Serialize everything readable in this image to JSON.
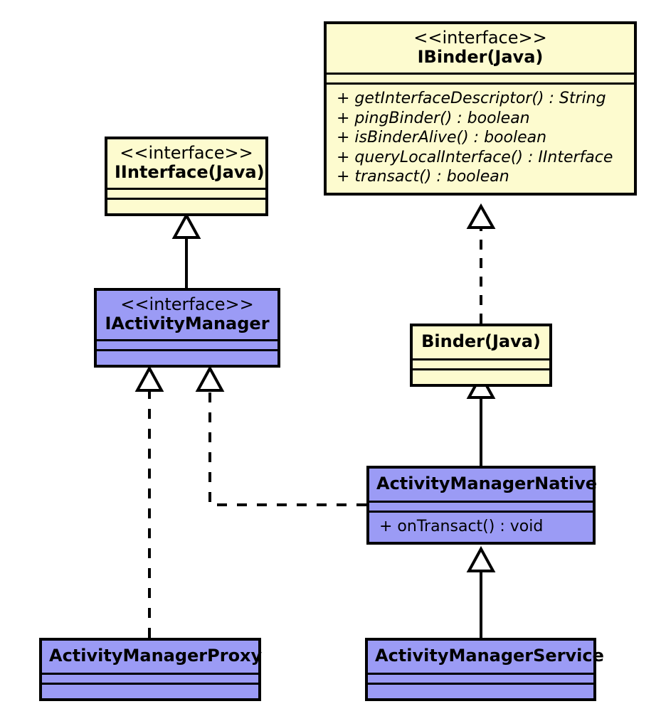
{
  "diagram": {
    "title": "Android Binder / ActivityManager UML class diagram",
    "type": "uml-class-diagram",
    "colors": {
      "java_class_fill": "#fdfbcf",
      "android_class_fill": "#9b9bf5",
      "border": "#000000",
      "background": "#ffffff"
    },
    "stereotype_label": "<<interface>>"
  },
  "classes": {
    "ibinder": {
      "stereotype": "<<interface>>",
      "name": "IBinder(Java)",
      "attributes": [],
      "operations": [
        "+ getInterfaceDescriptor() : String",
        "+ pingBinder() : boolean",
        "+ isBinderAlive() : boolean",
        "+ queryLocalInterface() : IInterface",
        "+ transact() : boolean"
      ]
    },
    "iinterface": {
      "stereotype": "<<interface>>",
      "name": "IInterface(Java)",
      "attributes": [],
      "operations": []
    },
    "iactivitymanager": {
      "stereotype": "<<interface>>",
      "name": "IActivityManager",
      "attributes": [],
      "operations": []
    },
    "binder": {
      "stereotype": "",
      "name": "Binder(Java)",
      "attributes": [],
      "operations": []
    },
    "activitymanagernative": {
      "stereotype": "",
      "name": "ActivityManagerNative",
      "attributes": [],
      "operations": [
        "+ onTransact() : void"
      ]
    },
    "activitymanagerproxy": {
      "stereotype": "",
      "name": "ActivityManagerProxy",
      "attributes": [],
      "operations": []
    },
    "activitymanagerservice": {
      "stereotype": "",
      "name": "ActivityManagerService",
      "attributes": [],
      "operations": []
    }
  },
  "relationships": [
    {
      "id": "binder-realizes-ibinder",
      "from": "Binder(Java)",
      "to": "IBinder(Java)",
      "kind": "realization",
      "line": "dashed",
      "arrow": "hollow-triangle"
    },
    {
      "id": "iactivitymanager-extends-iinterface",
      "from": "IActivityManager",
      "to": "IInterface(Java)",
      "kind": "generalization",
      "line": "solid",
      "arrow": "hollow-triangle"
    },
    {
      "id": "activitymanagernative-extends-binder",
      "from": "ActivityManagerNative",
      "to": "Binder(Java)",
      "kind": "generalization",
      "line": "solid",
      "arrow": "hollow-triangle"
    },
    {
      "id": "activitymanagernative-realizes-iactivitymanager",
      "from": "ActivityManagerNative",
      "to": "IActivityManager",
      "kind": "realization",
      "line": "dashed",
      "arrow": "hollow-triangle"
    },
    {
      "id": "activitymanagerproxy-realizes-iactivitymanager",
      "from": "ActivityManagerProxy",
      "to": "IActivityManager",
      "kind": "realization",
      "line": "dashed",
      "arrow": "hollow-triangle"
    },
    {
      "id": "activitymanagerservice-extends-activitymanagernative",
      "from": "ActivityManagerService",
      "to": "ActivityManagerNative",
      "kind": "generalization",
      "line": "solid",
      "arrow": "hollow-triangle"
    }
  ]
}
